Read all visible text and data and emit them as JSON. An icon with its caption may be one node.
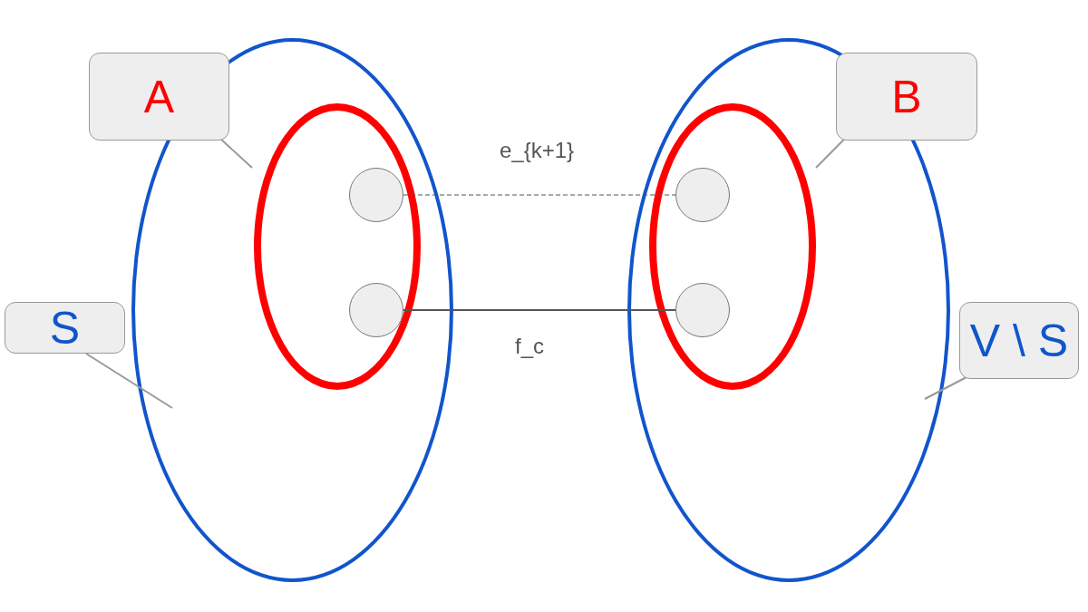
{
  "diagram": {
    "nodes": [
      {
        "text": [],
        "shape": "ellipse"
      },
      {
        "text": [],
        "shape": "ellipse",
        "in": 0
      },
      {
        "text": [],
        "shape": "circle",
        "in": 1
      },
      {
        "text": [],
        "shape": "circle",
        "in": 1
      },
      {
        "text": [],
        "shape": "ellipse"
      },
      {
        "text": [],
        "shape": "ellipse",
        "in": 4
      },
      {
        "text": [],
        "shape": "circle",
        "in": 5
      },
      {
        "text": [],
        "shape": "circle",
        "in": 5
      },
      {
        "text": [
          "A"
        ]
      },
      {
        "text": [
          "B"
        ]
      },
      {
        "text": [
          "S"
        ]
      },
      {
        "text": [
          "V \\ S"
        ]
      }
    ],
    "edges": [
      {
        "from": 2,
        "to": 6,
        "arrow": "none",
        "style": "dashed",
        "label": "e_{k+1}"
      },
      {
        "from": 3,
        "to": 7,
        "arrow": "none",
        "label": "f_c"
      },
      {
        "from": 8,
        "to": 1,
        "arrow": "none"
      },
      {
        "from": 9,
        "to": 5,
        "arrow": "none"
      },
      {
        "from": 10,
        "to": 0,
        "arrow": "none"
      },
      {
        "from": 11,
        "to": 4,
        "arrow": "none"
      }
    ]
  }
}
